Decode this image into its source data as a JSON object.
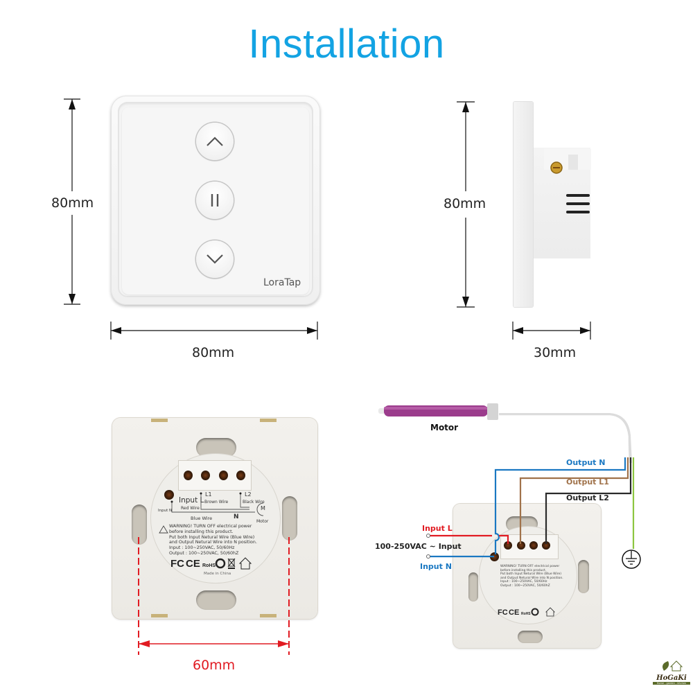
{
  "title": "Installation",
  "colors": {
    "title": "#13a3e3",
    "dimension_line": "#111111",
    "dimension_red": "#e11b22",
    "wire_neutral": "#1a78c2",
    "wire_l1": "#a0724a",
    "wire_l2": "#2a2a2a",
    "wire_input_l": "#e11b22",
    "wire_earth": "#8cc63f",
    "motor_body": "#9b3c8c"
  },
  "front_view": {
    "brand": "LoraTap",
    "buttons": [
      {
        "name": "up",
        "icon": "chevron-up-icon"
      },
      {
        "name": "pause",
        "icon": "pause-icon"
      },
      {
        "name": "down",
        "icon": "chevron-down-icon"
      }
    ],
    "height_label": "80mm",
    "width_label": "80mm"
  },
  "side_view": {
    "height_label": "80mm",
    "depth_label": "30mm"
  },
  "back_view": {
    "spacing_label": "60mm",
    "terminal_labels": {
      "input_l": "Input L",
      "red_wire": "Red Wire",
      "l1": "L1",
      "brown_wire": "Brown Wire",
      "l2": "L2",
      "black_wire": "Black Wire",
      "input_n": "Input N",
      "blue_wire": "Blue Wire",
      "n": "N",
      "motor_symbol": "M",
      "motor": "Motor"
    },
    "warning_lines": [
      "WARNING! TURN OFF electrical power",
      "before installing this product.",
      "Put both Input Netural Wire (Blue Wire)",
      "and Output Netural Wire into N position.",
      "Input : 100~250VAC, 50/60Hz",
      "Output : 100~250VAC, 50/60hZ"
    ],
    "certifications": [
      "FC",
      "CE",
      "RoHS",
      "recycle",
      "WEEE",
      "indoor-use"
    ],
    "made_in": "Made in China"
  },
  "wiring_diagram": {
    "motor_label": "Motor",
    "output_n": "Output N",
    "output_l1": "Output L1",
    "output_l2": "Output L2",
    "input_l": "Input L",
    "input_supply": "100-250VAC ~ Input",
    "input_n": "Input N",
    "earth_icon": "ground-icon"
  },
  "logo": {
    "name": "HoGaKi",
    "tagline": "Home - garden - kitchen"
  }
}
